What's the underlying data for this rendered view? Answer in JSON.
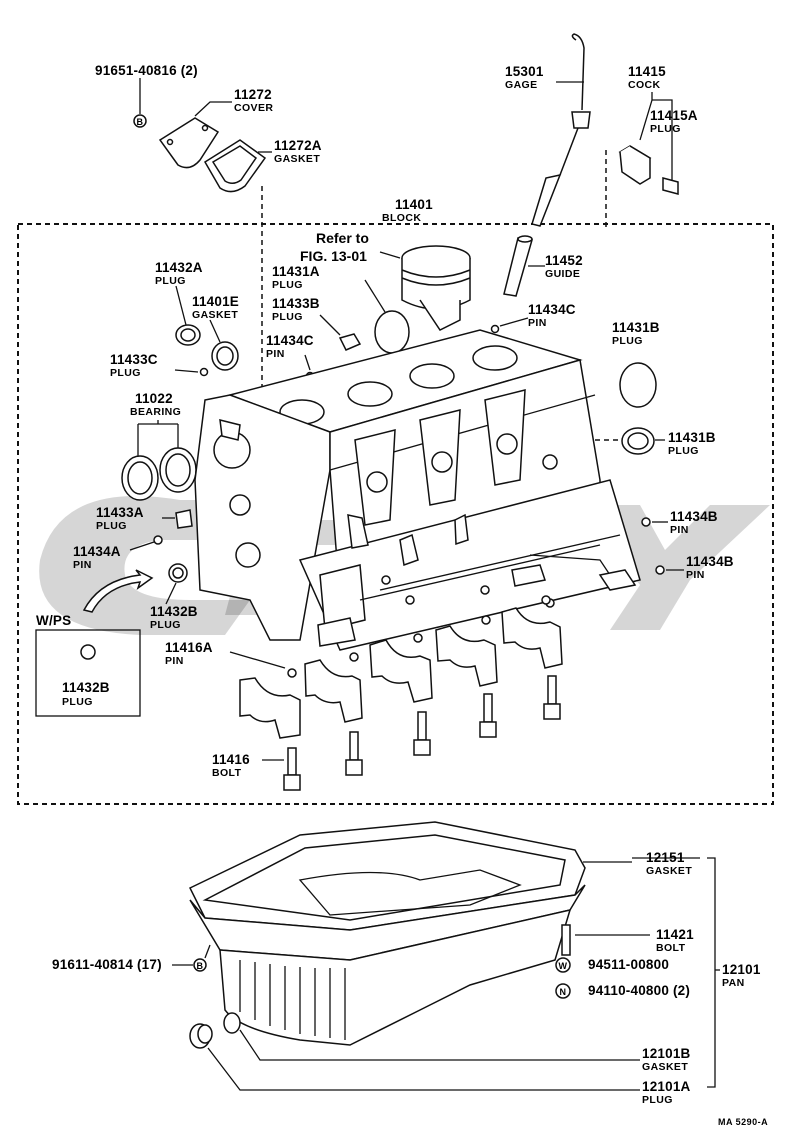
{
  "diagram": {
    "block": {
      "num": "11401",
      "sub": "BLOCK"
    },
    "refer": {
      "line1": "Refer to",
      "line2": "FIG. 13-01"
    },
    "labels": {
      "bolt_91651": "91651-40816 (2)",
      "cover": {
        "num": "11272",
        "sub": "COVER"
      },
      "gasket_11272a": {
        "num": "11272A",
        "sub": "GASKET"
      },
      "gage": {
        "num": "15301",
        "sub": "GAGE"
      },
      "cock": {
        "num": "11415",
        "sub": "COCK"
      },
      "plug_11415a": {
        "num": "11415A",
        "sub": "PLUG"
      },
      "plug_11432a": {
        "num": "11432A",
        "sub": "PLUG"
      },
      "plug_11431a": {
        "num": "11431A",
        "sub": "PLUG"
      },
      "guide": {
        "num": "11452",
        "sub": "GUIDE"
      },
      "gasket_11401e": {
        "num": "11401E",
        "sub": "GASKET"
      },
      "plug_11433b": {
        "num": "11433B",
        "sub": "PLUG"
      },
      "pin_11434c_a": {
        "num": "11434C",
        "sub": "PIN"
      },
      "pin_11434c_b": {
        "num": "11434C",
        "sub": "PIN"
      },
      "plug_11431b_a": {
        "num": "11431B",
        "sub": "PLUG"
      },
      "plug_11433c": {
        "num": "11433C",
        "sub": "PLUG"
      },
      "bearing": {
        "num": "11022",
        "sub": "BEARING"
      },
      "plug_11431b_b": {
        "num": "11431B",
        "sub": "PLUG"
      },
      "plug_11433a": {
        "num": "11433A",
        "sub": "PLUG"
      },
      "pin_11434b_a": {
        "num": "11434B",
        "sub": "PIN"
      },
      "pin_11434a": {
        "num": "11434A",
        "sub": "PIN"
      },
      "pin_11434b_b": {
        "num": "11434B",
        "sub": "PIN"
      },
      "plug_11432b": {
        "num": "11432B",
        "sub": "PLUG"
      },
      "wps": "W/PS",
      "plug_11432b_wps": {
        "num": "11432B",
        "sub": "PLUG"
      },
      "pin_11416a": {
        "num": "11416A",
        "sub": "PIN"
      },
      "bolt_11416": {
        "num": "11416",
        "sub": "BOLT"
      },
      "gasket_12151": {
        "num": "12151",
        "sub": "GASKET"
      },
      "bolt_11421": {
        "num": "11421",
        "sub": "BOLT"
      },
      "pan": {
        "num": "12101",
        "sub": "PAN"
      },
      "bolt_91611": "91611-40814 (17)",
      "washer_94511": "94511-00800",
      "nut_94110": "94110-40800 (2)",
      "gasket_12101b": {
        "num": "12101B",
        "sub": "GASKET"
      },
      "plug_12101a": {
        "num": "12101A",
        "sub": "PLUG"
      }
    },
    "symbols": {
      "bolt": "B",
      "washer": "W",
      "nut": "N"
    },
    "code": "MA  5290-A"
  }
}
